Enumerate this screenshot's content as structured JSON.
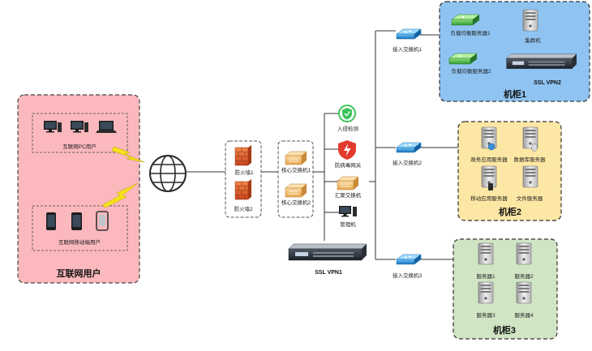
{
  "internet_users": {
    "title": "互联网用户",
    "pc_group_label": "互联网PC用户",
    "mobile_group_label": "互联网移动端用户"
  },
  "firewalls": [
    "防火墙1",
    "防火墙2"
  ],
  "core_switches": [
    "核心交换机1",
    "核心交换机2"
  ],
  "security": {
    "ids": "入侵检测",
    "av_gateway": "防病毒网关",
    "agg_switch": "汇聚交换机",
    "mgmt": "管理机"
  },
  "vpn1": "SSL VPN1",
  "access_switches": [
    "接入交换机1",
    "接入交换机2",
    "接入交换机3"
  ],
  "cabinet1": {
    "title": "机柜1",
    "lb1": "负载均衡服务器1",
    "lb2": "负载均衡服务器2",
    "cluster": "集群机",
    "vpn": "SSL VPN2"
  },
  "cabinet2": {
    "title": "机柜2",
    "servers": [
      "政务应用服务器",
      "数据库服务器",
      "移动应用服务器",
      "文件服务器"
    ]
  },
  "cabinet3": {
    "title": "机柜3",
    "servers": [
      "服务器1",
      "服务器2",
      "服务器3",
      "服务器4"
    ]
  },
  "colors": {
    "internet_bg": "#fbb8bd",
    "cabinet1_bg": "#8fc4f2",
    "cabinet2_bg": "#fde7a4",
    "cabinet3_bg": "#cfe5c4",
    "lightning": "#f6e21a",
    "switch_blue": "#1e8fd6",
    "firewall_orange": "#e4622a"
  }
}
